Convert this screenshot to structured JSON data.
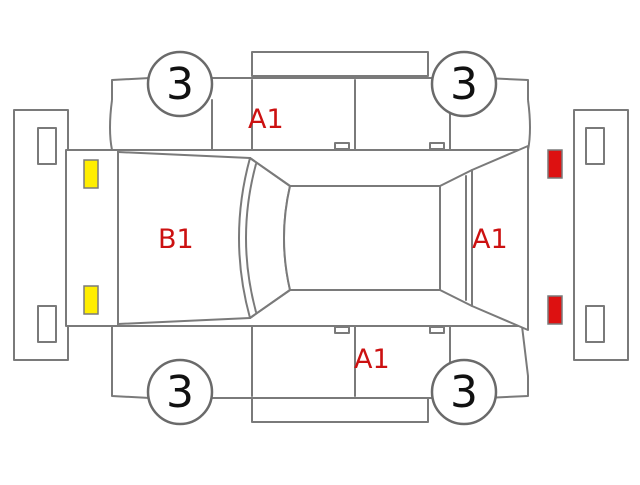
{
  "labels": {
    "wheel_front_left": "3",
    "wheel_rear_left": "3",
    "wheel_front_right": "3",
    "wheel_rear_right": "3",
    "top_side": "A1",
    "hood": "B1",
    "trunk": "A1",
    "bottom_side": "A1"
  },
  "colors": {
    "outline": "#7a7a7a",
    "damage_label": "#cc1111",
    "front_lamps": "#ffee00",
    "rear_lamps": "#dd1111"
  }
}
